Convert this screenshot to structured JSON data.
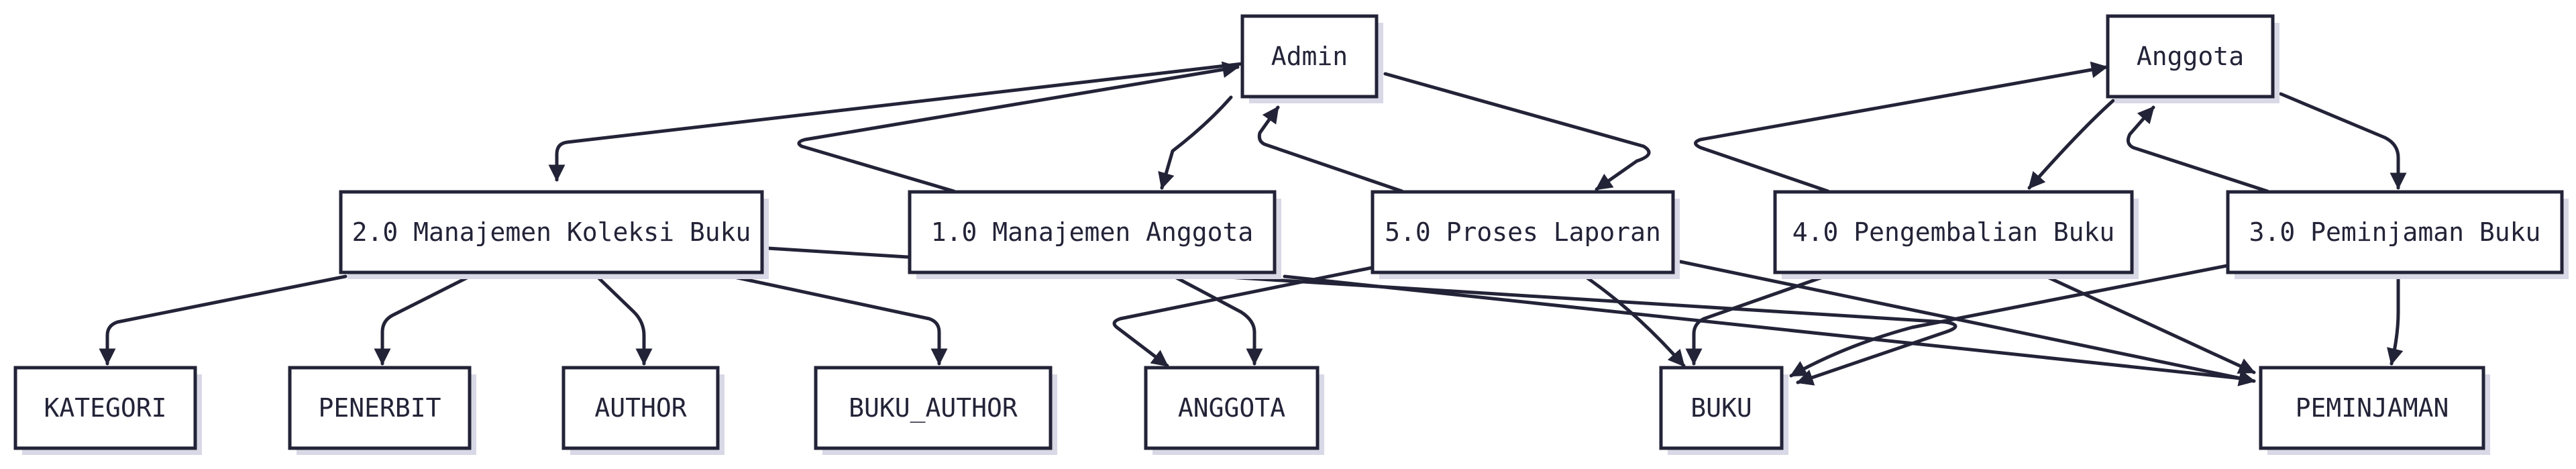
{
  "diagram": {
    "nodes": [
      {
        "id": "admin",
        "label": "Admin"
      },
      {
        "id": "anggota_ext",
        "label": "Anggota"
      },
      {
        "id": "p2",
        "label": "2.0 Manajemen Koleksi Buku"
      },
      {
        "id": "p1",
        "label": "1.0 Manajemen Anggota"
      },
      {
        "id": "p5",
        "label": "5.0 Proses Laporan"
      },
      {
        "id": "p4",
        "label": "4.0 Pengembalian Buku"
      },
      {
        "id": "p3",
        "label": "3.0 Peminjaman Buku"
      },
      {
        "id": "kategori",
        "label": "KATEGORI"
      },
      {
        "id": "penerbit",
        "label": "PENERBIT"
      },
      {
        "id": "author",
        "label": "AUTHOR"
      },
      {
        "id": "buku_author",
        "label": "BUKU_AUTHOR"
      },
      {
        "id": "anggota_store",
        "label": "ANGGOTA"
      },
      {
        "id": "buku",
        "label": "BUKU"
      },
      {
        "id": "peminjaman",
        "label": "PEMINJAMAN"
      }
    ],
    "edges": [
      {
        "from": "admin",
        "to": "p2"
      },
      {
        "from": "admin",
        "to": "p1"
      },
      {
        "from": "admin",
        "to": "p5"
      },
      {
        "from": "p1",
        "to": "admin"
      },
      {
        "from": "p5",
        "to": "admin"
      },
      {
        "from": "anggota_ext",
        "to": "p4"
      },
      {
        "from": "anggota_ext",
        "to": "p3"
      },
      {
        "from": "p4",
        "to": "anggota_ext"
      },
      {
        "from": "p3",
        "to": "anggota_ext"
      },
      {
        "from": "p2",
        "to": "kategori"
      },
      {
        "from": "p2",
        "to": "penerbit"
      },
      {
        "from": "p2",
        "to": "author"
      },
      {
        "from": "p2",
        "to": "buku_author"
      },
      {
        "from": "p2",
        "to": "buku"
      },
      {
        "from": "p1",
        "to": "anggota_store"
      },
      {
        "from": "p5",
        "to": "anggota_store"
      },
      {
        "from": "p5",
        "to": "buku"
      },
      {
        "from": "p5",
        "to": "peminjaman"
      },
      {
        "from": "p4",
        "to": "buku"
      },
      {
        "from": "p4",
        "to": "peminjaman"
      },
      {
        "from": "p3",
        "to": "buku"
      },
      {
        "from": "p3",
        "to": "peminjaman"
      },
      {
        "from": "p1",
        "to": "peminjaman"
      }
    ]
  }
}
